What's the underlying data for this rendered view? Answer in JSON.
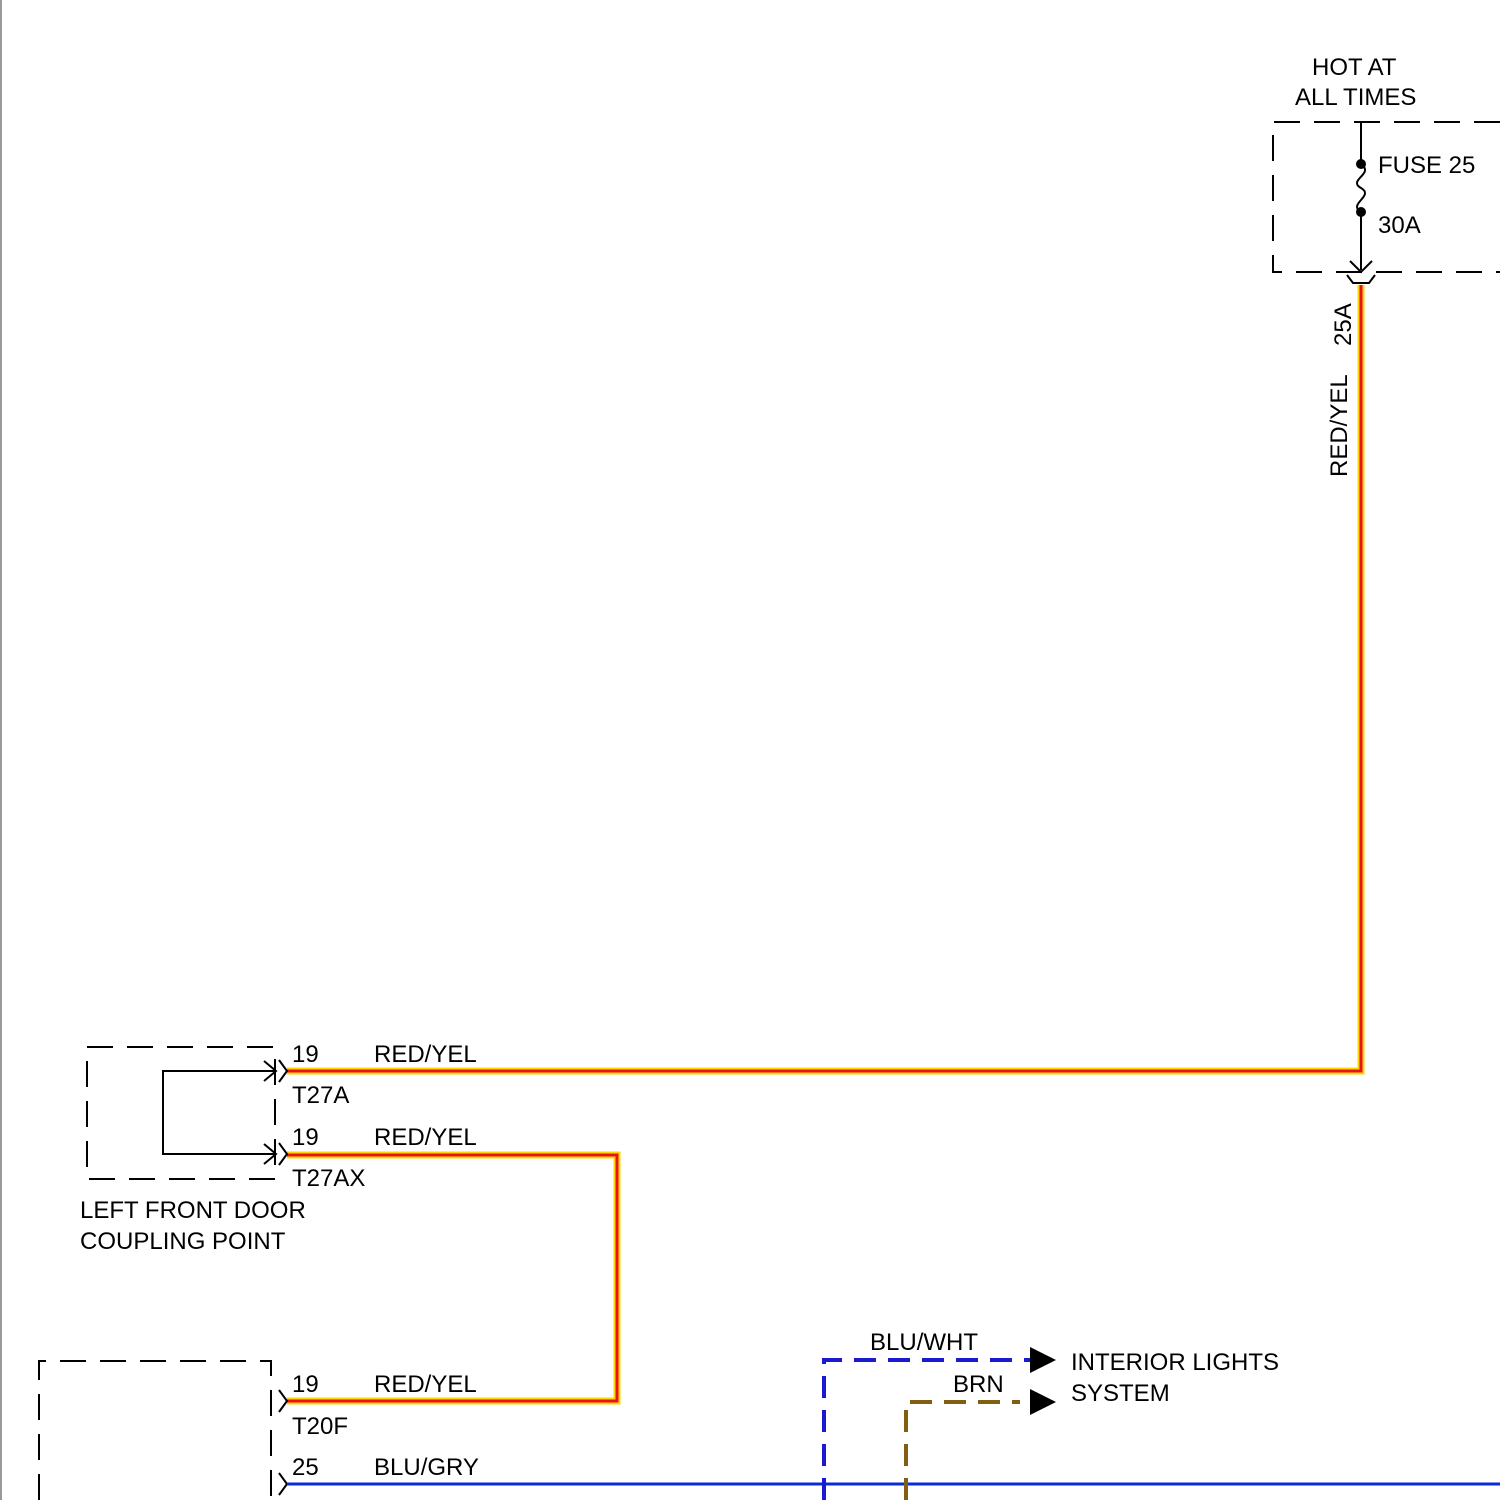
{
  "power_source": {
    "title_line1": "HOT AT",
    "title_line2": "ALL TIMES"
  },
  "fuse": {
    "name": "FUSE 25",
    "rating": "30A"
  },
  "vertical_wire": {
    "terminal": "25A",
    "color_label": "RED/YEL",
    "color": "#e8141c",
    "highlight": "#ffd700"
  },
  "coupling": {
    "label_line1": "LEFT FRONT DOOR",
    "label_line2": "COUPLING POINT",
    "pins": [
      {
        "pin": "19",
        "wire": "RED/YEL",
        "connector": "T27A"
      },
      {
        "pin": "19",
        "wire": "RED/YEL",
        "connector": "T27AX"
      }
    ]
  },
  "lower_module": {
    "pins": [
      {
        "pin": "19",
        "wire": "RED/YEL",
        "connector": "T20F"
      },
      {
        "pin": "25",
        "wire": "BLU/GRY",
        "connector": ""
      }
    ]
  },
  "wire_colors": {
    "blu_gry": "#0a2bd6",
    "blu_wht": "#1a1ad0",
    "brn": "#806010"
  },
  "interior_lights": {
    "label_line1": "INTERIOR LIGHTS",
    "label_line2": "SYSTEM",
    "wire1": "BLU/WHT",
    "wire2": "BRN"
  }
}
